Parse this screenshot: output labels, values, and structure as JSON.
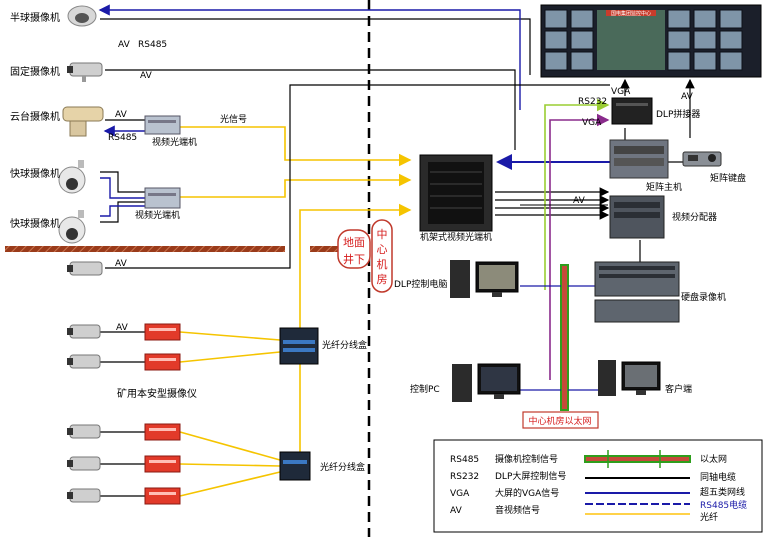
{
  "cameras": {
    "half_dome": "半球摄像机",
    "fixed": "固定摄像机",
    "ptz": "云台摄像机",
    "speed_dome_1": "快球摄像机",
    "speed_dome_2": "快球摄像机"
  },
  "devices": {
    "fiber_transceiver_1": "视频光端机",
    "fiber_transceiver_2": "视频光端机",
    "rack_transceiver": "机架式视频光端机",
    "dlp_splicer": "DLP拼接器",
    "matrix_keyboard": "矩阵键盘",
    "matrix_host": "矩阵主机",
    "video_distributor": "视频分配器",
    "dlp_pc": "DLP控制电脑",
    "dvr": "硬盘录像机",
    "control_pc": "控制PC",
    "client": "客户端",
    "fiber_box_1": "光纤分线盒",
    "fiber_box_2": "光纤分线盒",
    "mine_cameras": "矿用本安型摄像仪",
    "ethernet": "中心机房以太网"
  },
  "zones": {
    "surface_1": "地面",
    "surface_2": "井下",
    "center_room": "中心机房"
  },
  "links": {
    "av_1": "AV",
    "rs485_1": "RS485",
    "av_2": "AV",
    "av_3": "AV",
    "rs485_2": "RS485",
    "optical": "光信号",
    "av_4": "AV",
    "rs232": "RS232",
    "vga_top": "VGA",
    "vga_2": "VGA",
    "av_right": "AV",
    "av_dist": "AV",
    "av_mine": "AV"
  },
  "monitor_wall": {
    "banner": "国电集团监控中心"
  },
  "legend": {
    "rows": [
      {
        "code": "RS485",
        "desc": "摄像机控制信号"
      },
      {
        "code": "RS232",
        "desc": "DLP大屏控制信号"
      },
      {
        "code": "VGA",
        "desc": "大屏的VGA信号"
      },
      {
        "code": "AV",
        "desc": "音视频信号"
      }
    ],
    "line_types": [
      "以太网",
      "同轴电缆",
      "超五类网线",
      "RS485电缆",
      "光纤"
    ],
    "colors": {
      "ethernet": "#2e9e1c",
      "coax": "#000000",
      "cat5": "#1a1aa8",
      "rs485": "#1a1aa8",
      "fiber": "#ffd24a",
      "vga": "#8a2b8c",
      "rs232": "#9acd32"
    }
  }
}
